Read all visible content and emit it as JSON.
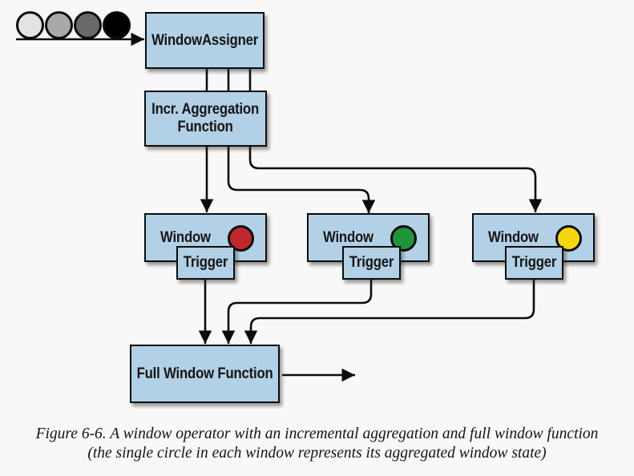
{
  "style": {
    "background": "#f8f8f8",
    "box_fill": "#b2d1e6",
    "line_color": "#0c0c0c"
  },
  "stream": {
    "tokens": [
      {
        "color": "#e3e3e3"
      },
      {
        "color": "#a9a9a9"
      },
      {
        "color": "#696969"
      },
      {
        "color": "#000000"
      }
    ]
  },
  "nodes": {
    "window_assigner": {
      "label": "WindowAssigner"
    },
    "incr_agg": {
      "line1": "Incr. Aggregation",
      "line2": "Function"
    },
    "windows": [
      {
        "label": "Window",
        "trigger": "Trigger",
        "state_color": "#c2272e"
      },
      {
        "label": "Window",
        "trigger": "Trigger",
        "state_color": "#1d9538"
      },
      {
        "label": "Window",
        "trigger": "Trigger",
        "state_color": "#f6d70d"
      }
    ],
    "full_window": {
      "label": "Full Window Function"
    }
  },
  "caption": {
    "line1": "Figure 6-6. A window operator with an incremental aggregation and full window function",
    "line2": "(the single circle in each window represents its aggregated window state)"
  }
}
